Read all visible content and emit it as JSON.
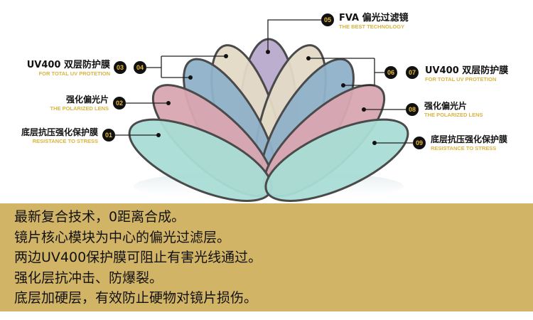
{
  "labels": {
    "l01": {
      "num": "01",
      "cn": "底层抗压强化保护膜",
      "en": "RESISTANCE TO STRESS"
    },
    "l02": {
      "num": "02",
      "cn": "强化偏光片",
      "en": "THE POLARIZED LENS"
    },
    "l0304": {
      "nums": [
        "03",
        "04"
      ],
      "cn": "UV400 双层防护膜",
      "en": "FOR TOTAL UV PROTETION"
    },
    "l05": {
      "num": "05",
      "cn": "FVA 偏光过滤镜",
      "en": "THE BEST TECHNOLOGY"
    },
    "l0607": {
      "nums": [
        "06",
        "07"
      ],
      "cn": "UV400 双层防护膜",
      "en": "FOR TOTAL UV PROTETION"
    },
    "l08": {
      "num": "08",
      "cn": "强化偏光片",
      "en": "THE POLARIZED LENS"
    },
    "l09": {
      "num": "09",
      "cn": "底层抗压强化保护膜",
      "en": "RESISTANCE TO STRESS"
    }
  },
  "lens_colors": {
    "teal": "#a9dcd5",
    "pink": "#d9a7b1",
    "blue": "#8fb1c9",
    "beige": "#e3dac6",
    "purple": "#b8aacb"
  },
  "panel": {
    "color": "#d2b466",
    "lines": [
      "最新复合技术，0距离合成。",
      "镜片核心模块为中心的偏光过滤层。",
      "两边UV400保护膜可阻止有害光线通过。",
      "强化层抗冲击、防爆裂。",
      "底层加硬层，有效防止硬物对镜片损伤。"
    ]
  }
}
